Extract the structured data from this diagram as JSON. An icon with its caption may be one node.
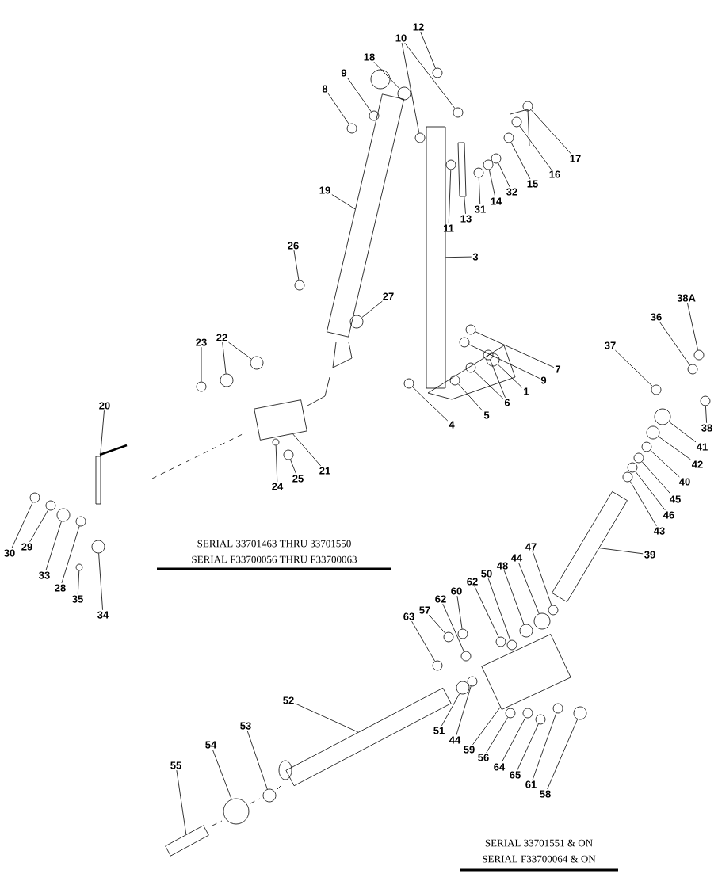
{
  "diagram": {
    "nodes": [
      {
        "text": [
          "12"
        ]
      },
      {
        "text": [
          "10"
        ]
      },
      {
        "text": [
          "18"
        ]
      },
      {
        "text": [
          "9"
        ]
      },
      {
        "text": [
          "8"
        ]
      },
      {
        "text": [
          "17"
        ]
      },
      {
        "text": [
          "16"
        ]
      },
      {
        "text": [
          "15"
        ]
      },
      {
        "text": [
          "32"
        ]
      },
      {
        "text": [
          "14"
        ]
      },
      {
        "text": [
          "31"
        ]
      },
      {
        "text": [
          "13"
        ]
      },
      {
        "text": [
          "11"
        ]
      },
      {
        "text": [
          "19"
        ]
      },
      {
        "text": [
          "26"
        ]
      },
      {
        "text": [
          "3"
        ]
      },
      {
        "text": [
          "27"
        ]
      },
      {
        "text": [
          "38A"
        ]
      },
      {
        "text": [
          "36"
        ]
      },
      {
        "text": [
          "37"
        ]
      },
      {
        "text": [
          "23"
        ]
      },
      {
        "text": [
          "22"
        ]
      },
      {
        "text": [
          "7"
        ]
      },
      {
        "text": [
          "9"
        ]
      },
      {
        "text": [
          "1"
        ]
      },
      {
        "text": [
          "6"
        ]
      },
      {
        "text": [
          "5"
        ]
      },
      {
        "text": [
          "4"
        ]
      },
      {
        "text": [
          "38"
        ]
      },
      {
        "text": [
          "20"
        ]
      },
      {
        "text": [
          "41"
        ]
      },
      {
        "text": [
          "42"
        ]
      },
      {
        "text": [
          "40"
        ]
      },
      {
        "text": [
          "21"
        ]
      },
      {
        "text": [
          "24"
        ]
      },
      {
        "text": [
          "25"
        ]
      },
      {
        "text": [
          "45"
        ]
      },
      {
        "text": [
          "46"
        ]
      },
      {
        "text": [
          "43"
        ]
      },
      {
        "text": [
          "30"
        ]
      },
      {
        "text": [
          "29"
        ]
      },
      {
        "text": [
          "33"
        ]
      },
      {
        "text": [
          "28"
        ]
      },
      {
        "text": [
          "35"
        ]
      },
      {
        "text": [
          "34"
        ]
      },
      {
        "text": [
          "47"
        ]
      },
      {
        "text": [
          "44"
        ]
      },
      {
        "text": [
          "48"
        ]
      },
      {
        "text": [
          "50"
        ]
      },
      {
        "text": [
          "39"
        ]
      },
      {
        "text": [
          "62"
        ]
      },
      {
        "text": [
          "60"
        ]
      },
      {
        "text": [
          "62"
        ]
      },
      {
        "text": [
          "57"
        ]
      },
      {
        "text": [
          "63"
        ]
      },
      {
        "text": [
          "52"
        ]
      },
      {
        "text": [
          "54"
        ]
      },
      {
        "text": [
          "53"
        ]
      },
      {
        "text": [
          "51"
        ]
      },
      {
        "text": [
          "44"
        ]
      },
      {
        "text": [
          "59"
        ]
      },
      {
        "text": [
          "56"
        ]
      },
      {
        "text": [
          "64"
        ]
      },
      {
        "text": [
          "65"
        ]
      },
      {
        "text": [
          "61"
        ]
      },
      {
        "text": [
          "58"
        ]
      },
      {
        "text": [
          "55"
        ]
      },
      {
        "text": [],
        "shape": "circle"
      },
      {
        "text": [],
        "shape": "circle"
      },
      {
        "text": [],
        "shape": "circle"
      },
      {
        "text": [],
        "shape": "circle"
      },
      {
        "text": [],
        "shape": "circle"
      },
      {
        "text": [],
        "shape": "circle"
      },
      {
        "text": [],
        "shape": "circle"
      },
      {
        "text": [],
        "shape": "circle"
      },
      {
        "text": [],
        "shape": "circle"
      },
      {
        "text": [],
        "shape": "circle"
      },
      {
        "text": [],
        "shape": "circle"
      },
      {
        "text": [],
        "shape": "circle"
      },
      {
        "text": [],
        "shape": "bar"
      },
      {
        "text": [],
        "shape": "circle"
      },
      {
        "text": [],
        "shape": "bar"
      },
      {
        "text": [],
        "shape": "circle"
      },
      {
        "text": [],
        "shape": "bar"
      },
      {
        "text": [],
        "shape": "circle"
      },
      {
        "text": [],
        "shape": "circle"
      },
      {
        "text": [],
        "shape": "circle"
      },
      {
        "text": [],
        "shape": "circle"
      },
      {
        "text": [],
        "shape": "circle"
      },
      {
        "text": [],
        "shape": "circle"
      },
      {
        "text": [],
        "shape": "circle"
      },
      {
        "text": [],
        "shape": "circle"
      },
      {
        "text": [],
        "shape": "circle"
      },
      {
        "text": [],
        "shape": "circle"
      },
      {
        "text": [],
        "shape": "circle"
      },
      {
        "text": [],
        "shape": "circle"
      },
      {
        "text": [],
        "shape": "circle"
      },
      {
        "text": [],
        "shape": "circle"
      },
      {
        "text": [],
        "shape": "circle"
      },
      {
        "text": [],
        "shape": "bar"
      },
      {
        "text": [],
        "shape": "circle"
      },
      {
        "text": [],
        "shape": "circle"
      },
      {
        "text": [],
        "shape": "circle"
      },
      {
        "text": [],
        "shape": "box"
      },
      {
        "text": [],
        "shape": "circle"
      },
      {
        "text": [],
        "shape": "circle"
      },
      {
        "text": [],
        "shape": "circle"
      },
      {
        "text": [],
        "shape": "circle"
      },
      {
        "text": [],
        "shape": "circle"
      },
      {
        "text": [],
        "shape": "circle"
      },
      {
        "text": [],
        "shape": "circle"
      },
      {
        "text": [],
        "shape": "circle"
      },
      {
        "text": [],
        "shape": "circle"
      },
      {
        "text": [],
        "shape": "circle"
      },
      {
        "text": [],
        "shape": "circle"
      },
      {
        "text": [],
        "shape": "circle"
      },
      {
        "text": [],
        "shape": "circle"
      },
      {
        "text": [],
        "shape": "circle"
      },
      {
        "text": [],
        "shape": "circle"
      },
      {
        "text": [],
        "shape": "bar"
      },
      {
        "text": [],
        "shape": "circle"
      },
      {
        "text": [],
        "shape": "circle"
      },
      {
        "text": [],
        "shape": "circle"
      },
      {
        "text": [],
        "shape": "circle"
      },
      {
        "text": [],
        "shape": "circle"
      },
      {
        "text": [],
        "shape": "bar"
      },
      {
        "text": [],
        "shape": "circle"
      },
      {
        "text": [],
        "shape": "circle"
      },
      {
        "text": [],
        "shape": "circle"
      },
      {
        "text": [],
        "shape": "box"
      },
      {
        "text": [],
        "shape": "circle"
      },
      {
        "text": [],
        "shape": "circle"
      },
      {
        "text": [],
        "shape": "circle"
      },
      {
        "text": [],
        "shape": "circle"
      },
      {
        "text": [],
        "shape": "circle"
      },
      {
        "text": [],
        "shape": "circle"
      },
      {
        "text": [],
        "shape": "bar"
      }
    ],
    "edges": [
      {
        "from": 0,
        "to": 67,
        "arrow": "none"
      },
      {
        "from": 1,
        "to": 68,
        "arrow": "none"
      },
      {
        "from": 1,
        "to": 69,
        "arrow": "none"
      },
      {
        "from": 2,
        "to": 70,
        "arrow": "none"
      },
      {
        "from": 3,
        "to": 71,
        "arrow": "none"
      },
      {
        "from": 4,
        "to": 72,
        "arrow": "none"
      },
      {
        "from": 5,
        "to": 73,
        "arrow": "none"
      },
      {
        "from": 6,
        "to": 74,
        "arrow": "none"
      },
      {
        "from": 7,
        "to": 75,
        "arrow": "none"
      },
      {
        "from": 8,
        "to": 76,
        "arrow": "none"
      },
      {
        "from": 9,
        "to": 77,
        "arrow": "none"
      },
      {
        "from": 10,
        "to": 78,
        "arrow": "none"
      },
      {
        "from": 11,
        "to": 79,
        "arrow": "none"
      },
      {
        "from": 12,
        "to": 80,
        "arrow": "none"
      },
      {
        "from": 13,
        "to": 81,
        "arrow": "none"
      },
      {
        "from": 14,
        "to": 82,
        "arrow": "none"
      },
      {
        "from": 15,
        "to": 83,
        "arrow": "none"
      },
      {
        "from": 16,
        "to": 84,
        "arrow": "none"
      },
      {
        "from": 17,
        "to": 85,
        "arrow": "none"
      },
      {
        "from": 18,
        "to": 86,
        "arrow": "none"
      },
      {
        "from": 19,
        "to": 87,
        "arrow": "none"
      },
      {
        "from": 20,
        "to": 88,
        "arrow": "none"
      },
      {
        "from": 21,
        "to": 89,
        "arrow": "none"
      },
      {
        "from": 21,
        "to": 90,
        "arrow": "none"
      },
      {
        "from": 22,
        "to": 91,
        "arrow": "none"
      },
      {
        "from": 23,
        "to": 92,
        "arrow": "none"
      },
      {
        "from": 24,
        "to": 93,
        "arrow": "none"
      },
      {
        "from": 25,
        "to": 94,
        "arrow": "none"
      },
      {
        "from": 25,
        "to": 95,
        "arrow": "none"
      },
      {
        "from": 26,
        "to": 96,
        "arrow": "none"
      },
      {
        "from": 27,
        "to": 97,
        "arrow": "none"
      },
      {
        "from": 28,
        "to": 98,
        "arrow": "none"
      },
      {
        "from": 29,
        "to": 99,
        "arrow": "none"
      },
      {
        "from": 30,
        "to": 100,
        "arrow": "none"
      },
      {
        "from": 31,
        "to": 101,
        "arrow": "none"
      },
      {
        "from": 32,
        "to": 102,
        "arrow": "none"
      },
      {
        "from": 33,
        "to": 103,
        "arrow": "none"
      },
      {
        "from": 34,
        "to": 104,
        "arrow": "none"
      },
      {
        "from": 35,
        "to": 105,
        "arrow": "none"
      },
      {
        "from": 36,
        "to": 106,
        "arrow": "none"
      },
      {
        "from": 37,
        "to": 107,
        "arrow": "none"
      },
      {
        "from": 38,
        "to": 108,
        "arrow": "none"
      },
      {
        "from": 39,
        "to": 109,
        "arrow": "none"
      },
      {
        "from": 40,
        "to": 110,
        "arrow": "none"
      },
      {
        "from": 41,
        "to": 111,
        "arrow": "none"
      },
      {
        "from": 42,
        "to": 112,
        "arrow": "none"
      },
      {
        "from": 43,
        "to": 113,
        "arrow": "none"
      },
      {
        "from": 44,
        "to": 114,
        "arrow": "none"
      },
      {
        "from": 45,
        "to": 115,
        "arrow": "none"
      },
      {
        "from": 46,
        "to": 116,
        "arrow": "none"
      },
      {
        "from": 47,
        "to": 117,
        "arrow": "none"
      },
      {
        "from": 48,
        "to": 118,
        "arrow": "none"
      },
      {
        "from": 49,
        "to": 119,
        "arrow": "none"
      },
      {
        "from": 50,
        "to": 120,
        "arrow": "none"
      },
      {
        "from": 51,
        "to": 121,
        "arrow": "none"
      },
      {
        "from": 52,
        "to": 122,
        "arrow": "none"
      },
      {
        "from": 53,
        "to": 123,
        "arrow": "none"
      },
      {
        "from": 54,
        "to": 124,
        "arrow": "none"
      },
      {
        "from": 55,
        "to": 125,
        "arrow": "none"
      },
      {
        "from": 56,
        "to": 126,
        "arrow": "none"
      },
      {
        "from": 57,
        "to": 127,
        "arrow": "none"
      },
      {
        "from": 58,
        "to": 128,
        "arrow": "none"
      },
      {
        "from": 59,
        "to": 130,
        "arrow": "none"
      },
      {
        "from": 60,
        "to": 129,
        "arrow": "none"
      },
      {
        "from": 61,
        "to": 131,
        "arrow": "none"
      },
      {
        "from": 62,
        "to": 132,
        "arrow": "none"
      },
      {
        "from": 63,
        "to": 133,
        "arrow": "none"
      },
      {
        "from": 64,
        "to": 134,
        "arrow": "none"
      },
      {
        "from": 65,
        "to": 135,
        "arrow": "none"
      },
      {
        "from": 66,
        "to": 136,
        "arrow": "none"
      }
    ],
    "labels": [
      "SERIAL 33701463 THRU 33701550",
      "SERIAL F33700056 THRU F33700063",
      "SERIAL 33701551 & ON",
      "SERIAL F33700064 & ON"
    ]
  }
}
